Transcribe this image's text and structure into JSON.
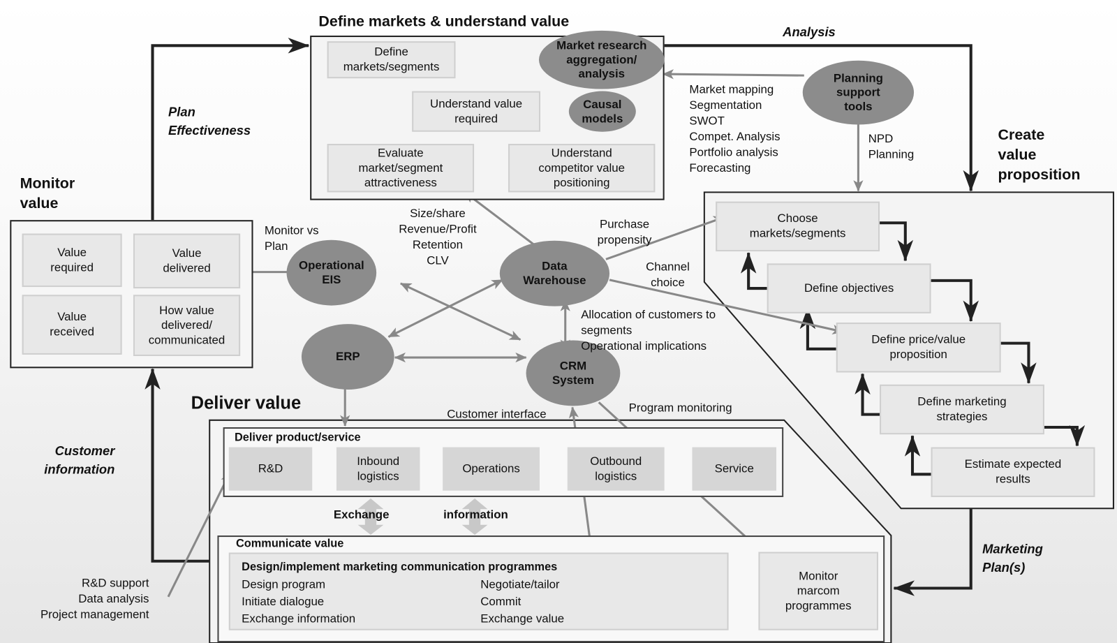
{
  "titles": {
    "define": "Define markets & understand value",
    "monitor": "Monitor\nvalue",
    "create": "Create\nvalue\nproposition",
    "deliver": "Deliver value"
  },
  "flow_labels": {
    "analysis": "Analysis",
    "plan_effectiveness": "Plan\nEffectiveness",
    "customer_information": "Customer\ninformation",
    "marketing_plans": "Marketing\nPlan(s)"
  },
  "define_boxes": {
    "markets": "Define\nmarkets/segments",
    "value_required": "Understand value\nrequired",
    "evaluate": "Evaluate\nmarket/segment\nattractiveness",
    "competitor": "Understand\ncompetitor value\npositioning"
  },
  "ellipses": {
    "market_research": "Market research\naggregation/\nanalysis",
    "causal": "Causal\nmodels",
    "planning": "Planning\nsupport\ntools",
    "eis": "Operational\nEIS",
    "warehouse": "Data\nWarehouse",
    "erp": "ERP",
    "crm": "CRM\nSystem"
  },
  "monitor_boxes": {
    "required": "Value\nrequired",
    "delivered": "Value\ndelivered",
    "received": "Value\nreceived",
    "how": "How value\ndelivered/\ncommunicated"
  },
  "create_boxes": {
    "choose": "Choose\nmarkets/segments",
    "objectives": "Define objectives",
    "price": "Define price/value\nproposition",
    "strategies": "Define marketing\nstrategies",
    "estimate": "Estimate expected\nresults"
  },
  "deliver": {
    "product_title": "Deliver product/service",
    "steps": [
      "R&D",
      "Inbound\nlogistics",
      "Operations",
      "Outbound\nlogistics",
      "Service"
    ],
    "exchange": "Exchange",
    "information": "information",
    "communicate_title": "Communicate value",
    "design_title": "Design/implement marketing communication programmes",
    "design_left": "Design program\nInitiate dialogue\nExchange information",
    "design_right": "Negotiate/tailor\nCommit\nExchange value",
    "monitor_marcom": "Monitor\nmarcom\nprogrammes"
  },
  "annotations": {
    "tools": "Market mapping\nSegmentation\nSWOT\nCompet. Analysis\nPortfolio analysis\nForecasting",
    "npd": "NPD\nPlanning",
    "monitor_vs_plan": "Monitor vs\nPlan",
    "size_share": "Size/share\nRevenue/Profit\nRetention\nCLV",
    "purchase": "Purchase\npropensity",
    "channel": "Channel\nchoice",
    "allocation": "Allocation of customers to\nsegments\nOperational implications",
    "customer_interface": "Customer interface",
    "program_monitoring": "Program monitoring",
    "rd_support": "R&D support\nData analysis\nProject management"
  },
  "colors": {
    "ellipse": "#8c8c8c",
    "box": "#e8e8e8",
    "dark_arrow": "#222222",
    "gray_arrow": "#888888"
  }
}
